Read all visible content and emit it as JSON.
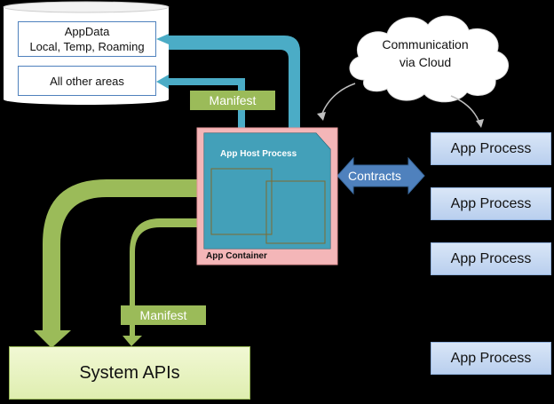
{
  "storage": {
    "appdata_title": "AppData",
    "appdata_subtitle": "Local, Temp, Roaming",
    "other_areas": "All other areas"
  },
  "manifest_top": "Manifest",
  "manifest_bottom": "Manifest",
  "app_host_process": "App Host Process",
  "app_container": "App Container",
  "contracts": "Contracts",
  "cloud": {
    "line1": "Communication",
    "line2": "via Cloud"
  },
  "app_processes": [
    "App Process",
    "App Process",
    "App Process",
    "App Process"
  ],
  "system_apis": "System APIs",
  "colors": {
    "background": "#000000",
    "storage_blue": "#4bacc6",
    "green": "#9bbb59",
    "container_pink": "#f4b6b8",
    "host_teal": "#4bacc6",
    "contracts_blue": "#4f81bd",
    "process_blue": "#c5d9f1"
  },
  "icons": [
    "cloud-shape",
    "storage-cylinder",
    "double-arrow"
  ]
}
